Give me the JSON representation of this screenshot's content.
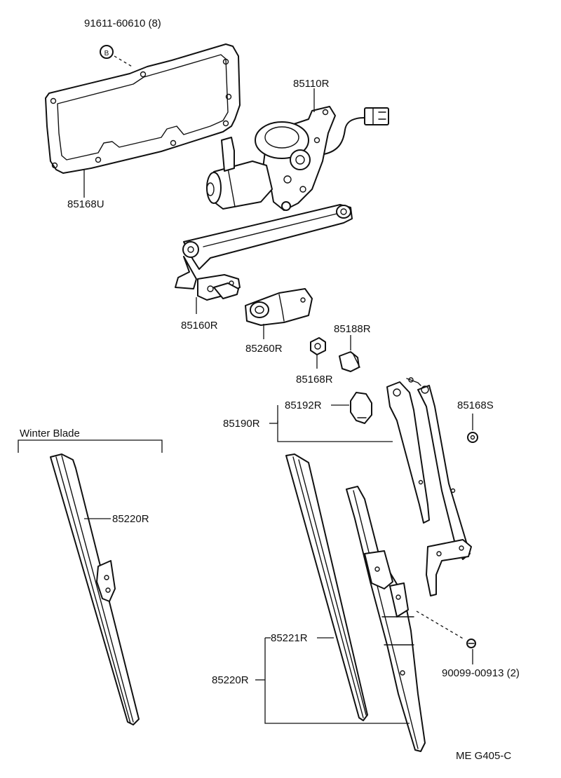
{
  "labels": {
    "bolt_qty": "91611-60610 (8)",
    "bolt_mark": "B",
    "gasket": "85168U",
    "motor": "85110R",
    "link": "85160R",
    "bracket": "85260R",
    "nut": "85168R",
    "cap_upper": "85188R",
    "cap": "85192R",
    "arm": "85190R",
    "washer": "85168S",
    "winter_title": "Winter Blade",
    "winter_blade": "85220R",
    "refill": "85221R",
    "blade": "85220R",
    "screw": "90099-00913 (2)",
    "figure_code": "ME  G405-C"
  }
}
